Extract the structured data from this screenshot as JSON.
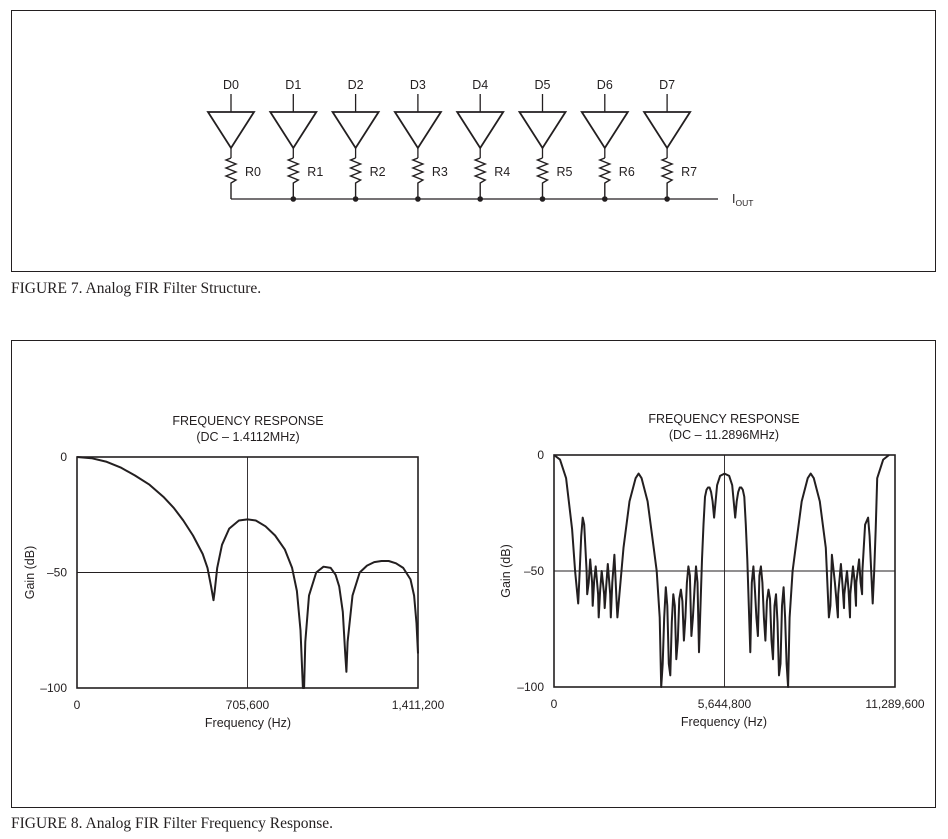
{
  "figure7": {
    "caption": "FIGURE 7. Analog FIR Filter Structure.",
    "inputs": [
      "D0",
      "D1",
      "D2",
      "D3",
      "D4",
      "D5",
      "D6",
      "D7"
    ],
    "resistors": [
      "R0",
      "R1",
      "R2",
      "R3",
      "R4",
      "R5",
      "R6",
      "R7"
    ],
    "output": {
      "main": "I",
      "sub": "OUT"
    }
  },
  "figure8": {
    "caption": "FIGURE 8. Analog FIR Filter Frequency Response.",
    "chart_data": [
      {
        "type": "line",
        "title": "FREQUENCY RESPONSE",
        "subtitle": "(DC – 1.4112MHz)",
        "xlabel": "Frequency (Hz)",
        "ylabel": "Gain (dB)",
        "xlim": [
          0,
          1411200
        ],
        "ylim": [
          -100,
          0
        ],
        "xticks": [
          {
            "v": 0,
            "label": "0"
          },
          {
            "v": 705600,
            "label": "705,600"
          },
          {
            "v": 1411200,
            "label": "1,411,200"
          }
        ],
        "yticks": [
          {
            "v": 0,
            "label": "0"
          },
          {
            "v": -50,
            "label": "–50"
          },
          {
            "v": -100,
            "label": "–100"
          }
        ],
        "grid": true,
        "series": [
          {
            "x": [
              0,
              60000,
              120000,
              180000,
              240000,
              300000,
              360000,
              400000,
              440000,
              480000,
              520000,
              540000,
              555000,
              565000,
              570000,
              580000,
              600000,
              630000,
              670000,
              705600,
              740000,
              780000,
              820000,
              860000,
              890000,
              910000,
              925000,
              935000,
              940000,
              945000,
              960000,
              990000,
              1020000,
              1050000,
              1070000,
              1085000,
              1100000,
              1110000,
              1115000,
              1120000,
              1140000,
              1170000,
              1200000,
              1230000,
              1260000,
              1290000,
              1320000,
              1350000,
              1380000,
              1395000,
              1405000,
              1411200
            ],
            "y": [
              0,
              -0.5,
              -2,
              -4.5,
              -8,
              -12,
              -17.5,
              -22,
              -27.5,
              -34,
              -42,
              -48,
              -56,
              -62,
              -58,
              -48,
              -38,
              -31,
              -27.5,
              -27,
              -27.5,
              -30,
              -34,
              -40,
              -48,
              -58,
              -75,
              -100,
              -100,
              -80,
              -60,
              -50,
              -47.5,
              -48,
              -51,
              -56,
              -67,
              -85,
              -93,
              -80,
              -60,
              -50,
              -47,
              -45.5,
              -45,
              -45,
              -46,
              -48,
              -53,
              -60,
              -72,
              -85
            ]
          }
        ]
      },
      {
        "type": "line",
        "title": "FREQUENCY RESPONSE",
        "subtitle": "(DC – 11.2896MHz)",
        "xlabel": "Frequency (Hz)",
        "ylabel": "Gain (dB)",
        "xlim": [
          0,
          11289600
        ],
        "ylim": [
          -100,
          0
        ],
        "xticks": [
          {
            "v": 0,
            "label": "0"
          },
          {
            "v": 5644800,
            "label": "5,644,800"
          },
          {
            "v": 11289600,
            "label": "11,289,600"
          }
        ],
        "yticks": [
          {
            "v": 0,
            "label": "0"
          },
          {
            "v": -50,
            "label": "–50"
          },
          {
            "v": -100,
            "label": "–100"
          }
        ],
        "grid": true,
        "series": [
          {
            "x": [
              0,
              200000,
              400000,
              600000,
              700000,
              800000,
              850000,
              900000,
              950000,
              1000000,
              1080000,
              1100000,
              1150000,
              1200000,
              1260000,
              1280000,
              1330000,
              1380000,
              1460000,
              1480000,
              1530000,
              1580000,
              1660000,
              1680000,
              1730000,
              1780000,
              1860000,
              1880000,
              1930000,
              2000000,
              2080000,
              2100000,
              2300000,
              2500000,
              2700000,
              2800000,
              2900000,
              3100000,
              3300000,
              3400000,
              3500000,
              3550000,
              3600000,
              3650000,
              3700000,
              3750000,
              3800000,
              3850000,
              3900000,
              3950000,
              4000000,
              4050000,
              4100000,
              4150000,
              4200000,
              4250000,
              4300000,
              4350000,
              4400000,
              4450000,
              4500000,
              4550000,
              4600000,
              4650000,
              4700000,
              4750000,
              4800000,
              4850000,
              4900000,
              4950000,
              5000000,
              5050000,
              5100000,
              5150000,
              5200000,
              5250000,
              5300000,
              5400000,
              5500000,
              5644800,
              5800000,
              5900000,
              6000000,
              6050000,
              6100000,
              6150000,
              6200000,
              6250000,
              6300000,
              6350000,
              6400000,
              6450000,
              6500000,
              6550000,
              6600000,
              6650000,
              6700000,
              6750000,
              6800000,
              6850000,
              6900000,
              6950000,
              7000000,
              7050000,
              7100000,
              7150000,
              7200000,
              7250000,
              7300000,
              7350000,
              7400000,
              7450000,
              7500000,
              7550000,
              7600000,
              7650000,
              7700000,
              7750000,
              7800000,
              7900000,
              8000000,
              8200000,
              8400000,
              8500000,
              8600000,
              8800000,
              9000000,
              9100000,
              9150000,
              9200000,
              9300000,
              9400000,
              9410000,
              9500000,
              9550000,
              9600000,
              9610000,
              9700000,
              9750000,
              9800000,
              9810000,
              9900000,
              9950000,
              10000000,
              10010000,
              10100000,
              10150000,
              10200000,
              10210000,
              10300000,
              10400000,
              10450000,
              10500000,
              10550000,
              10600000,
              10650000,
              10700000,
              10900000,
              11089600,
              11289600
            ],
            "y": [
              0,
              -2,
              -10,
              -32,
              -50,
              -64,
              -50,
              -35,
              -27,
              -30,
              -50,
              -60,
              -55,
              -45,
              -55,
              -65,
              -54,
              -48,
              -60,
              -70,
              -58,
              -50,
              -60,
              -66,
              -56,
              -47,
              -60,
              -70,
              -55,
              -43,
              -65,
              -70,
              -40,
              -20,
              -10,
              -8,
              -10,
              -20,
              -40,
              -50,
              -70,
              -100,
              -90,
              -70,
              -57,
              -65,
              -90,
              -95,
              -72,
              -60,
              -65,
              -88,
              -80,
              -62,
              -58,
              -63,
              -80,
              -70,
              -55,
              -48,
              -52,
              -78,
              -70,
              -58,
              -48,
              -55,
              -85,
              -65,
              -45,
              -30,
              -18,
              -15,
              -14,
              -14,
              -16,
              -20,
              -27,
              -13,
              -9,
              -8,
              -9,
              -13,
              -27,
              -20,
              -16,
              -14,
              -14,
              -15,
              -18,
              -30,
              -45,
              -65,
              -85,
              -55,
              -48,
              -58,
              -70,
              -78,
              -52,
              -48,
              -55,
              -70,
              -80,
              -63,
              -58,
              -62,
              -80,
              -88,
              -65,
              -60,
              -72,
              -95,
              -90,
              -65,
              -57,
              -70,
              -90,
              -100,
              -70,
              -50,
              -40,
              -20,
              -10,
              -8,
              -10,
              -20,
              -40,
              -70,
              -65,
              -43,
              -55,
              -70,
              -60,
              -47,
              -56,
              -66,
              -60,
              -50,
              -58,
              -70,
              -60,
              -48,
              -54,
              -65,
              -55,
              -45,
              -55,
              -60,
              -50,
              -30,
              -27,
              -35,
              -50,
              -64,
              -50,
              -32,
              -10,
              -2,
              0
            ]
          }
        ]
      }
    ]
  }
}
